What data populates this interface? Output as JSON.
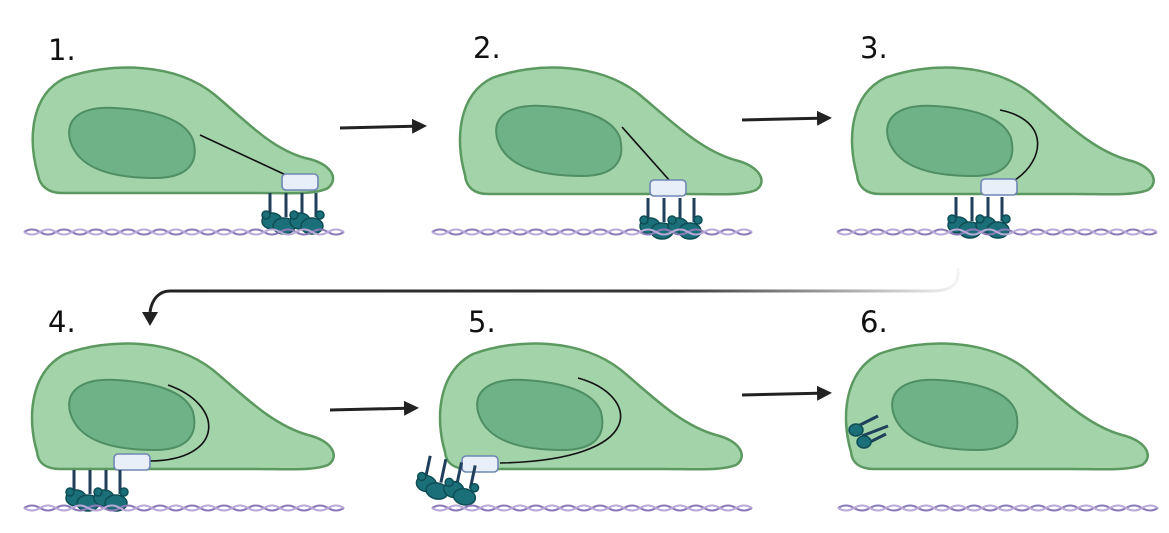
{
  "diagram": {
    "title": "Cell migration / focal adhesion disassembly sequence",
    "steps": [
      {
        "label": "1."
      },
      {
        "label": "2."
      },
      {
        "label": "3."
      },
      {
        "label": "4."
      },
      {
        "label": "5."
      },
      {
        "label": "6."
      }
    ]
  },
  "colors": {
    "cytoplasm": "#a3d3a9",
    "nucleus": "#6fb287",
    "adhesion_complex": "#1b6f78",
    "substrate_fiber_a": "#8a7bb8",
    "substrate_fiber_b": "#b9a8d8",
    "arrow": "#222222"
  }
}
